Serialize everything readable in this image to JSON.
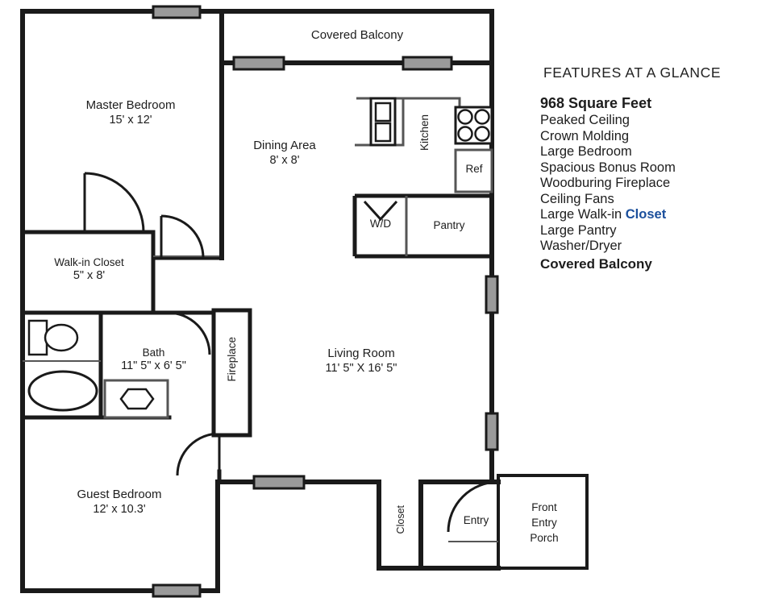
{
  "features": {
    "heading": "FEATURES AT A GLANCE",
    "items": [
      {
        "text": "968 Square Feet",
        "style": "bold"
      },
      {
        "text": "Peaked Ceiling",
        "style": "normal"
      },
      {
        "text": "Crown Molding",
        "style": "normal"
      },
      {
        "text": "Large Bedroom",
        "style": "normal"
      },
      {
        "text": "Spacious Bonus Room",
        "style": "normal"
      },
      {
        "text": "Woodburing Fireplace",
        "style": "normal"
      },
      {
        "text": "Ceiling Fans",
        "style": "normal"
      },
      {
        "text": "Large Walk-in ",
        "accent": "Closet",
        "style": "normal"
      },
      {
        "text": "Large Pantry",
        "style": "normal"
      },
      {
        "text": "Washer/Dryer",
        "style": "normal"
      },
      {
        "text": "Covered Balcony",
        "style": "bold-last"
      }
    ]
  },
  "rooms": {
    "master_bedroom": {
      "name": "Master Bedroom",
      "dimensions": "15' x 12'"
    },
    "walk_in_closet": {
      "name": "Walk-in Closet",
      "dimensions": "5\" x 8'"
    },
    "bath": {
      "name": "Bath",
      "dimensions": "11\" 5\" x 6' 5\""
    },
    "guest_bedroom": {
      "name": "Guest Bedroom",
      "dimensions": "12' x 10.3'"
    },
    "dining_area": {
      "name": "Dining Area",
      "dimensions": "8' x 8'"
    },
    "living_room": {
      "name": "Living Room",
      "dimensions": "11' 5\" X 16' 5\""
    },
    "covered_balcony": {
      "name": "Covered Balcony"
    },
    "kitchen": {
      "name": "Kitchen"
    },
    "pantry": {
      "name": "Pantry"
    },
    "washer_dryer": {
      "name": "W/D"
    },
    "refrigerator": {
      "name": "Ref"
    },
    "fireplace": {
      "name": "Fireplace"
    },
    "closet": {
      "name": "Closet"
    },
    "entry": {
      "name": "Entry"
    },
    "front_entry_porch_line1": "Front",
    "front_entry_porch_line2": "Entry",
    "front_entry_porch_line3": "Porch"
  },
  "colors": {
    "wall": "#1a1a1a",
    "interior_line": "#555555",
    "window_fill": "#9a9a9a",
    "accent_text": "#1b4f9c",
    "body_text": "#1d1d1d",
    "background": "#ffffff"
  }
}
